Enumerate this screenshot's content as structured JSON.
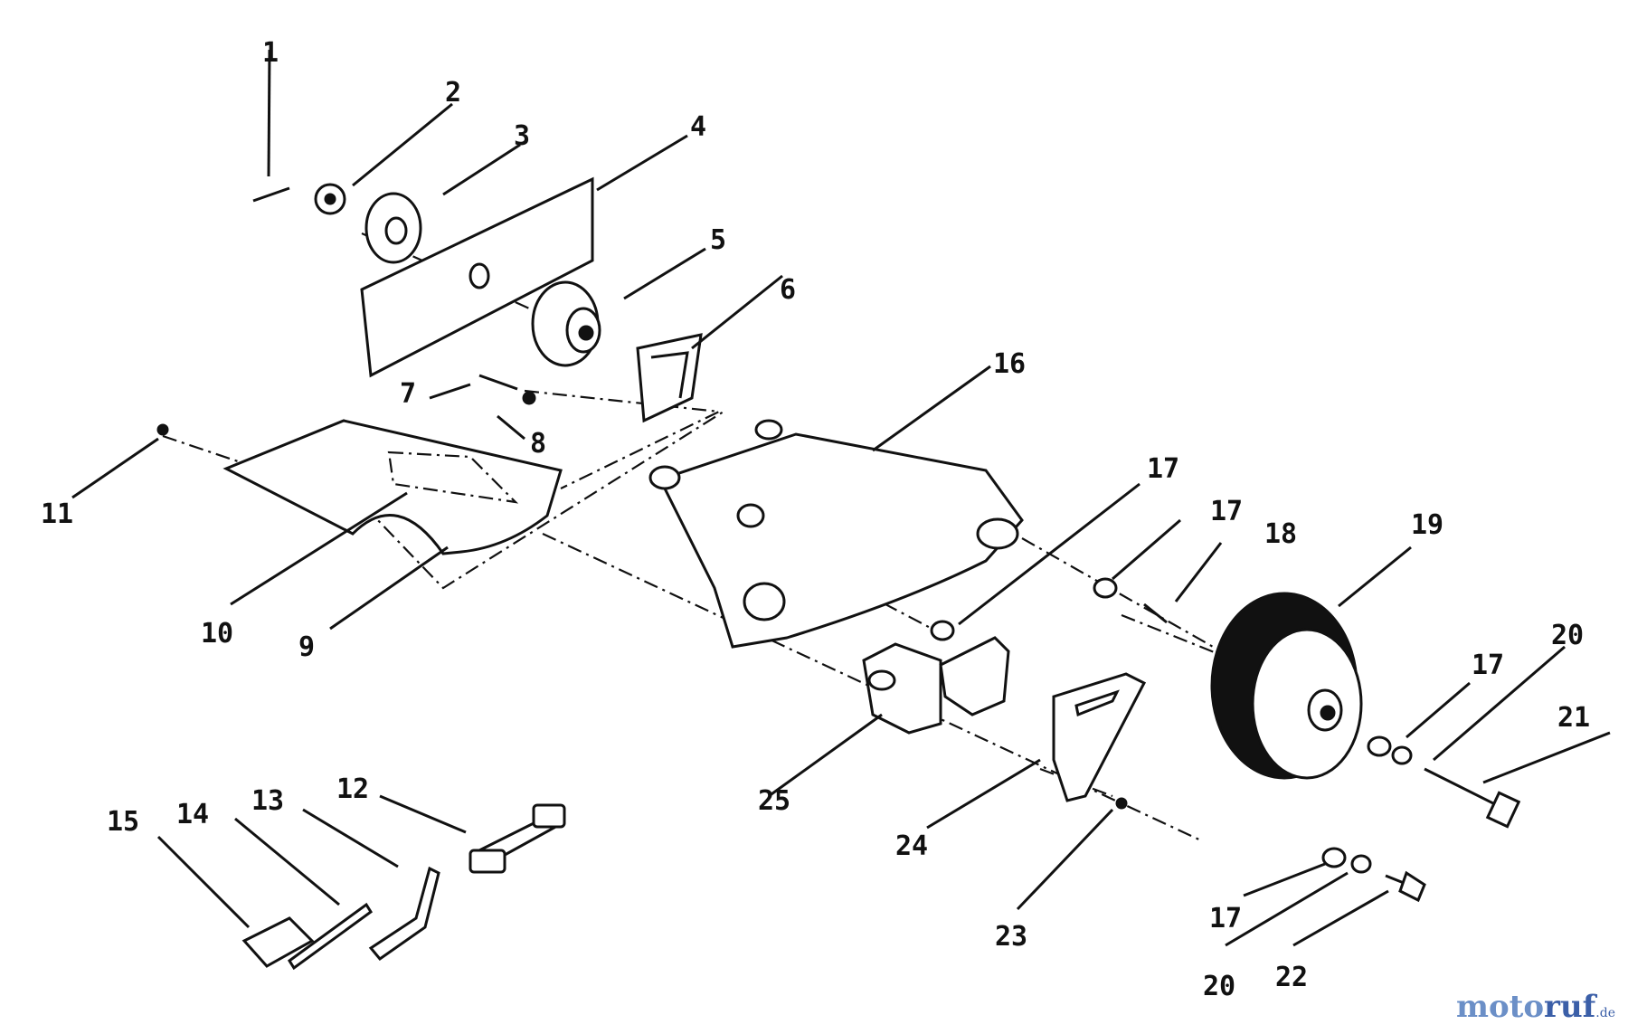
{
  "callouts": [
    "1",
    "2",
    "3",
    "4",
    "5",
    "6",
    "7",
    "8",
    "9",
    "10",
    "11",
    "12",
    "13",
    "14",
    "15",
    "16",
    "17",
    "17",
    "18",
    "19",
    "17",
    "20",
    "21",
    "17",
    "20",
    "22",
    "23",
    "24",
    "25"
  ],
  "watermark": {
    "text_main": "moto",
    "text_accent": "ruf",
    "tld": ".de"
  }
}
